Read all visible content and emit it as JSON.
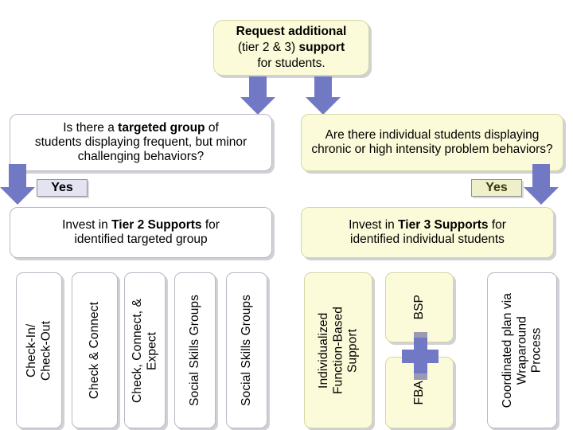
{
  "diagram": {
    "title_flow": "PBIS tiered support decision flow",
    "colors": {
      "arrow_blue": "#7279c4",
      "cream_fill": "#fbfbd9",
      "white_fill": "#ffffff",
      "box_border_gray": "#b9b9c4",
      "box_border_cream": "#d6d6a8",
      "yes_left_fill": "#e3e3f2",
      "yes_right_fill": "#efefc9"
    },
    "request_box": {
      "line1_plain": "Request additional",
      "line2_a": "(tier 2 & 3) ",
      "line2_b": "support",
      "line3": "for students."
    },
    "questions": [
      {
        "id": "targeted-group",
        "part1": "Is there a ",
        "bold": "targeted group",
        "part2": " of",
        "rest": "students displaying frequent, but minor challenging behaviors?",
        "fill": "white"
      },
      {
        "id": "individual-students",
        "text": "Are there individual students displaying chronic or high intensity problem behaviors?",
        "fill": "cream"
      }
    ],
    "yes_labels": {
      "left": "Yes",
      "right": "Yes"
    },
    "invest": [
      {
        "id": "tier-2",
        "part1": "Invest in ",
        "bold": "Tier 2 Supports",
        "part2": " for",
        "rest": "identified targeted group",
        "fill": "white"
      },
      {
        "id": "tier-3",
        "part1": "Invest in ",
        "bold": "Tier 3 Supports",
        "part2": " for",
        "rest": "identified individual students",
        "fill": "cream"
      }
    ],
    "tier2_strategies": [
      {
        "id": "check-in-check-out",
        "label": "Check-In/\nCheck-Out"
      },
      {
        "id": "check-and-connect",
        "label": "Check & Connect"
      },
      {
        "id": "check-connect-expect",
        "label": "Check, Connect, &\nExpect"
      },
      {
        "id": "social-skills-groups-1",
        "label": "Social Skills Groups"
      },
      {
        "id": "social-skills-groups-2",
        "label": "Social Skills Groups"
      }
    ],
    "tier3_strategies": [
      {
        "id": "individualized-function-based-support",
        "label": "Individualized\nFunction-Based\nSupport"
      },
      {
        "id": "bsp",
        "label": "BSP"
      },
      {
        "id": "fba",
        "label": "FBA"
      },
      {
        "id": "coordinated-plan-wraparound",
        "label": "Coordinated plan via\nWraparound\nProcess"
      }
    ],
    "connector": {
      "plus_symbol": "+"
    }
  }
}
